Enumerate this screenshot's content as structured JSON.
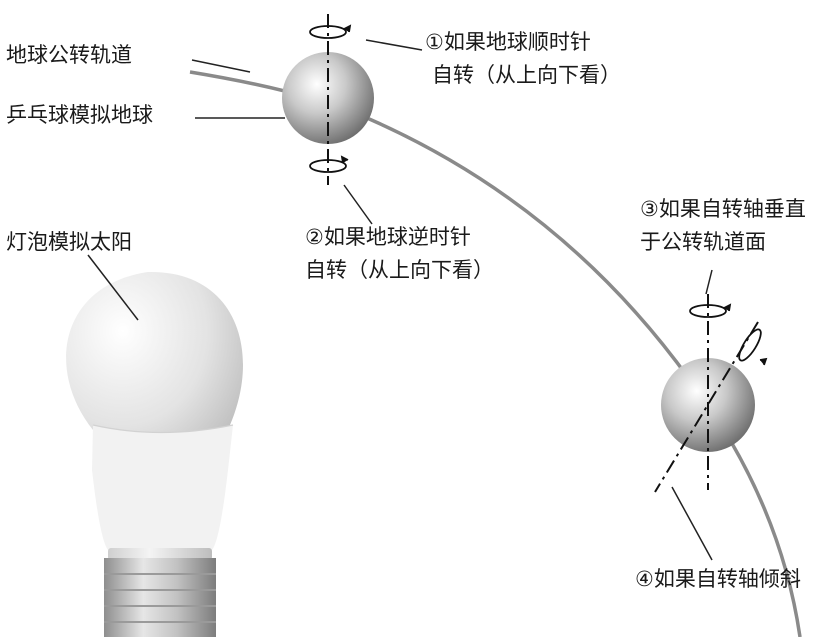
{
  "labels": {
    "orbit": "地球公转轨道",
    "pingpong": "乒乓球模拟地球",
    "bulb": "灯泡模拟太阳",
    "case1_line1": "①如果地球顺时针",
    "case1_line2": "自转（从上向下看）",
    "case2_line1": "②如果地球逆时针",
    "case2_line2": "自转（从上向下看）",
    "case3_line1": "③如果自转轴垂直",
    "case3_line2": "于公转轨道面",
    "case4": "④如果自转轴倾斜"
  }
}
